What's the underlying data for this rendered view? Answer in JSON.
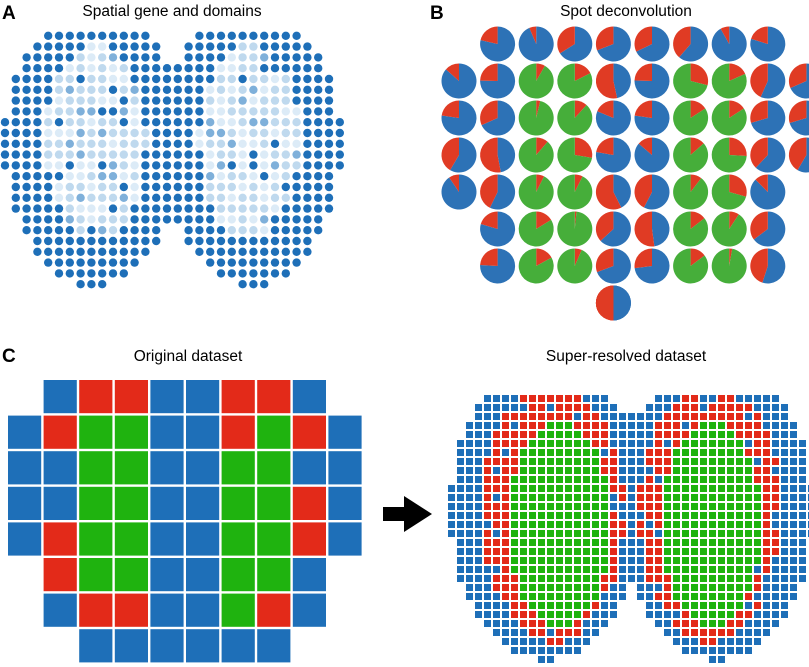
{
  "colors": {
    "blue": "#1E6FB8",
    "red": "#E32A19",
    "green": "#1FB30F",
    "pie_blue": "#2D72B6",
    "pie_red": "#E03B24",
    "pie_green": "#46AE3A",
    "light_blue": "#BFD9EE",
    "pale_blue": "#DCEBF7",
    "mid_blue": "#7FB0DA",
    "arrow": "#000000"
  },
  "panels": {
    "a": {
      "letter": "A",
      "title": "Spatial gene and domains"
    },
    "b": {
      "letter": "B",
      "title": "Spot deconvolution"
    },
    "c": {
      "letter": "C",
      "left_title": "Original dataset",
      "right_title": "Super-resolved dataset",
      "grid_rows": [
        [
          "",
          "B",
          "R",
          "R",
          "B",
          "B",
          "R",
          "R",
          "B",
          ""
        ],
        [
          "B",
          "R",
          "G",
          "G",
          "B",
          "B",
          "R",
          "G",
          "R",
          "B"
        ],
        [
          "B",
          "B",
          "G",
          "G",
          "B",
          "B",
          "G",
          "G",
          "B",
          "B"
        ],
        [
          "B",
          "B",
          "G",
          "G",
          "B",
          "B",
          "G",
          "G",
          "R",
          "B"
        ],
        [
          "B",
          "R",
          "G",
          "G",
          "B",
          "B",
          "G",
          "G",
          "R",
          "B"
        ],
        [
          "",
          "R",
          "G",
          "G",
          "B",
          "B",
          "G",
          "G",
          "B",
          ""
        ],
        [
          "",
          "B",
          "R",
          "R",
          "B",
          "B",
          "G",
          "R",
          "B",
          ""
        ],
        [
          "",
          "",
          "B",
          "B",
          "B",
          "B",
          "B",
          "B",
          "",
          ""
        ]
      ]
    }
  }
}
